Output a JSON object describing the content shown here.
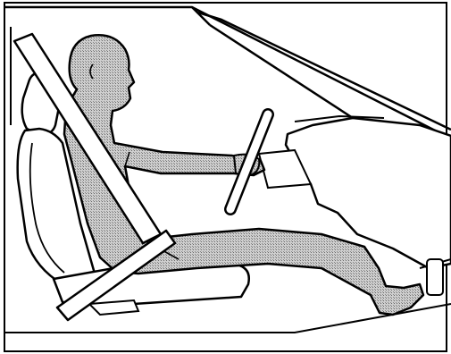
{
  "illustration": {
    "subject": "driver-seated-with-seatbelt",
    "elements": [
      "car-frame",
      "windshield",
      "dashboard",
      "seat",
      "headrest",
      "driver",
      "steering-wheel",
      "shoulder-belt",
      "lap-belt",
      "pedal",
      "floor"
    ]
  },
  "colors": {
    "line": "#000000",
    "background": "#ffffff",
    "driver_fill": "#b3b3b3"
  }
}
